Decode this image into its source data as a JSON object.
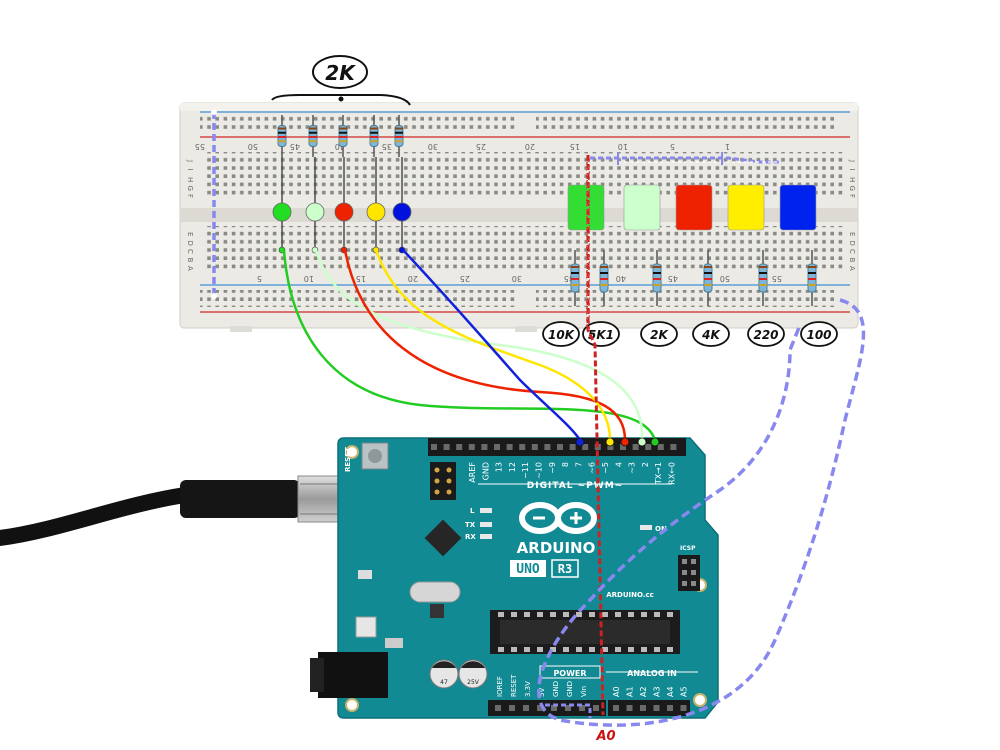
{
  "breadboard": {
    "column_numbers_top": [
      "55",
      "50",
      "45",
      "40",
      "35",
      "30",
      "25",
      "20",
      "15",
      "10",
      "5",
      "1"
    ],
    "column_numbers_bottom": [
      "5",
      "10",
      "15",
      "20",
      "25",
      "30",
      "35",
      "40",
      "45",
      "50",
      "55"
    ],
    "row_letters_top": [
      "J",
      "I",
      "H",
      "G",
      "F"
    ],
    "row_letters_bottom": [
      "E",
      "D",
      "C",
      "B",
      "A"
    ]
  },
  "annotations": {
    "resistor_group_label": "2K",
    "photoresistor_labels": [
      "10K",
      "5K1",
      "2K",
      "4K",
      "220",
      "100"
    ],
    "analog_pin_label": "A0"
  },
  "leds": [
    {
      "name": "green",
      "color": "#22dd22"
    },
    {
      "name": "light-green",
      "color": "#ccffcc"
    },
    {
      "name": "red",
      "color": "#ee2200"
    },
    {
      "name": "yellow",
      "color": "#ffe600"
    },
    {
      "name": "blue",
      "color": "#0011dd"
    }
  ],
  "filters": [
    {
      "name": "green",
      "color": "#33dd33"
    },
    {
      "name": "light-green",
      "color": "#ccffcc"
    },
    {
      "name": "red",
      "color": "#ee2200"
    },
    {
      "name": "yellow",
      "color": "#ffee00"
    },
    {
      "name": "blue",
      "color": "#0022ee"
    }
  ],
  "arduino": {
    "brand": "ARDUINO",
    "model_a": "UNO",
    "model_b": "R3",
    "site": "ARDUINO.cc",
    "digital_header": "DIGITAL ~PWM~",
    "digital_pins": [
      "AREF",
      "GND",
      "13",
      "12",
      "~11",
      "~10",
      "~9",
      "8",
      "7",
      "~6",
      "~5",
      "4",
      "~3",
      "2",
      "TX→1",
      "RX←0"
    ],
    "power_header": "POWER",
    "analog_header": "ANALOG IN",
    "power_pins": [
      "IOREF",
      "RESET",
      "3.3V",
      "5V",
      "GND",
      "GND",
      "Vin"
    ],
    "analog_pins": [
      "A0",
      "A1",
      "A2",
      "A3",
      "A4",
      "A5"
    ],
    "tx_label": "TX",
    "rx_label": "RX",
    "l_label": "L",
    "on_label": "ON",
    "icsp_label": "ICSP",
    "reset_label": "RESET",
    "cap_labels": [
      "47",
      "25V"
    ]
  }
}
